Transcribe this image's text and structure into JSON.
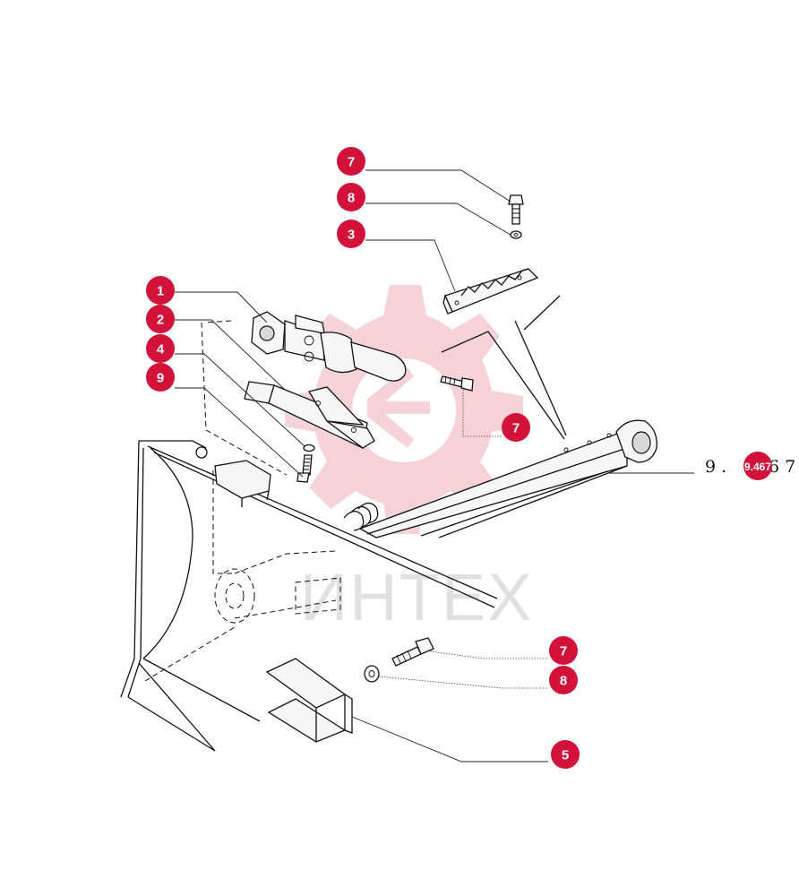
{
  "watermark": {
    "text": "ИНТЕХ",
    "color": "#e8a0a8"
  },
  "accent_color": "#d3123a",
  "callouts": [
    {
      "id": "c-7-top",
      "number": "7"
    },
    {
      "id": "c-8-top",
      "number": "8"
    },
    {
      "id": "c-3",
      "number": "3"
    },
    {
      "id": "c-1",
      "number": "1"
    },
    {
      "id": "c-2",
      "number": "2"
    },
    {
      "id": "c-4",
      "number": "4"
    },
    {
      "id": "c-9",
      "number": "9"
    },
    {
      "id": "c-7-mid",
      "number": "7"
    },
    {
      "id": "c-7-bottom",
      "number": "7"
    },
    {
      "id": "c-8-bottom",
      "number": "8"
    },
    {
      "id": "c-5",
      "number": "5"
    }
  ],
  "reference": {
    "prefix": "9 .",
    "suffix": "6 7",
    "badge": "9.467"
  }
}
